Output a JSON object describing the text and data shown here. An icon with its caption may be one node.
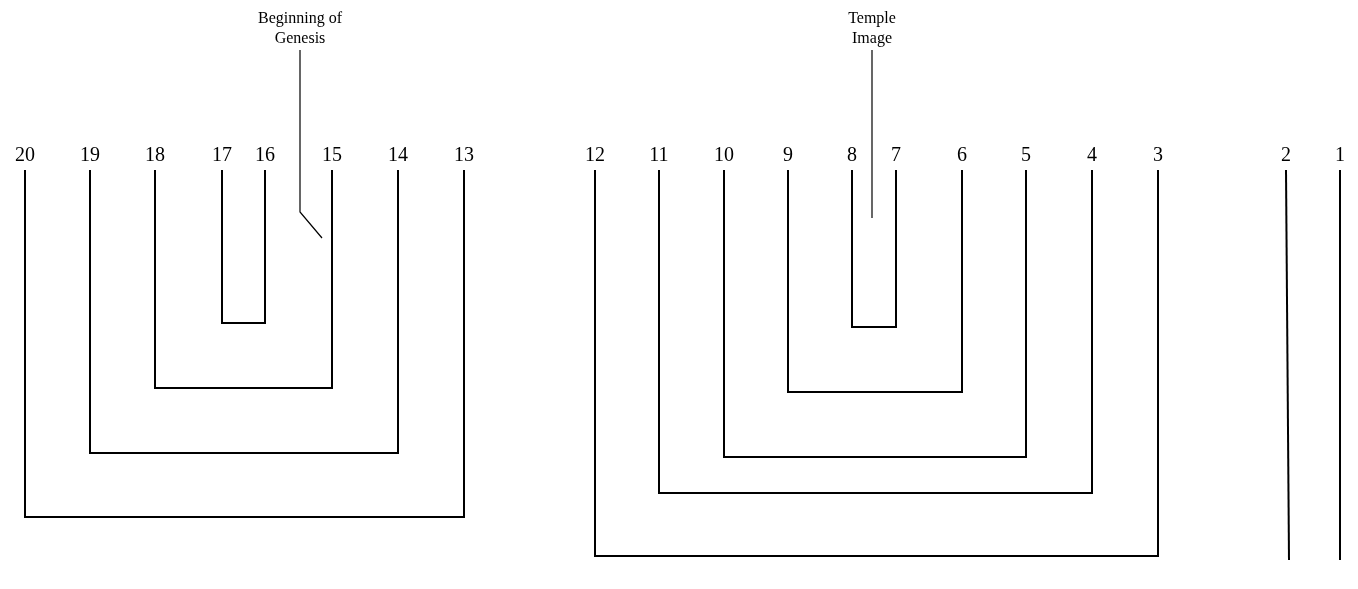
{
  "diagram": {
    "nodes": [
      {
        "text": [
          "Beginning of Genesis"
        ]
      },
      {
        "text": [
          "Temple Image"
        ]
      },
      {
        "text": [
          "20"
        ]
      },
      {
        "text": [
          "19"
        ]
      },
      {
        "text": [
          "18"
        ]
      },
      {
        "text": [
          "17"
        ]
      },
      {
        "text": [
          "16"
        ]
      },
      {
        "text": [
          "15"
        ]
      },
      {
        "text": [
          "14"
        ]
      },
      {
        "text": [
          "13"
        ]
      },
      {
        "text": [
          "12"
        ]
      },
      {
        "text": [
          "11"
        ]
      },
      {
        "text": [
          "10"
        ]
      },
      {
        "text": [
          "9"
        ]
      },
      {
        "text": [
          "8"
        ]
      },
      {
        "text": [
          "7"
        ]
      },
      {
        "text": [
          "6"
        ]
      },
      {
        "text": [
          "5"
        ]
      },
      {
        "text": [
          "4"
        ]
      },
      {
        "text": [
          "3"
        ]
      },
      {
        "text": [
          "2"
        ]
      },
      {
        "text": [
          "1"
        ]
      }
    ],
    "edges": [
      {
        "from": 2,
        "to": 9,
        "arrow": "none"
      },
      {
        "from": 3,
        "to": 8,
        "arrow": "none"
      },
      {
        "from": 4,
        "to": 7,
        "arrow": "none"
      },
      {
        "from": 5,
        "to": 6,
        "arrow": "none"
      },
      {
        "from": 10,
        "to": 19,
        "arrow": "none"
      },
      {
        "from": 11,
        "to": 18,
        "arrow": "none"
      },
      {
        "from": 12,
        "to": 17,
        "arrow": "none"
      },
      {
        "from": 13,
        "to": 16,
        "arrow": "none"
      },
      {
        "from": 14,
        "to": 15,
        "arrow": "none"
      },
      {
        "from": 20,
        "to": null,
        "arrow": "none"
      },
      {
        "from": 21,
        "to": null,
        "arrow": "none"
      },
      {
        "from": 0,
        "to": null,
        "arrow": "none"
      },
      {
        "from": 1,
        "to": null,
        "arrow": "none"
      }
    ]
  }
}
